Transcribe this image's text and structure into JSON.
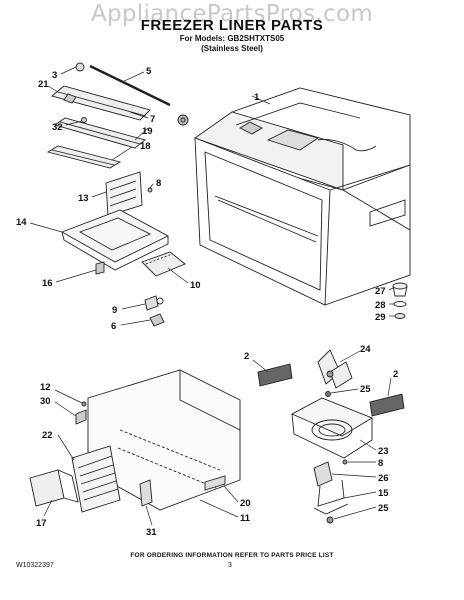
{
  "watermark": "AppliancePartsPros.com",
  "title": "FREEZER LINER PARTS",
  "models": {
    "line1": "For Models: GB2SHTXTS05",
    "line2": "(Stainless Steel)"
  },
  "footer": "FOR ORDERING INFORMATION REFER TO PARTS PRICE LIST",
  "doc_number": "W10322397",
  "page_number": "3",
  "callouts": [
    "3",
    "5",
    "21",
    "1",
    "7",
    "32",
    "19",
    "18",
    "13",
    "8",
    "14",
    "10",
    "16",
    "9",
    "6",
    "27",
    "28",
    "29",
    "2",
    "24",
    "2",
    "25",
    "12",
    "30",
    "22",
    "23",
    "8",
    "26",
    "15",
    "25",
    "17",
    "20",
    "11",
    "31"
  ]
}
